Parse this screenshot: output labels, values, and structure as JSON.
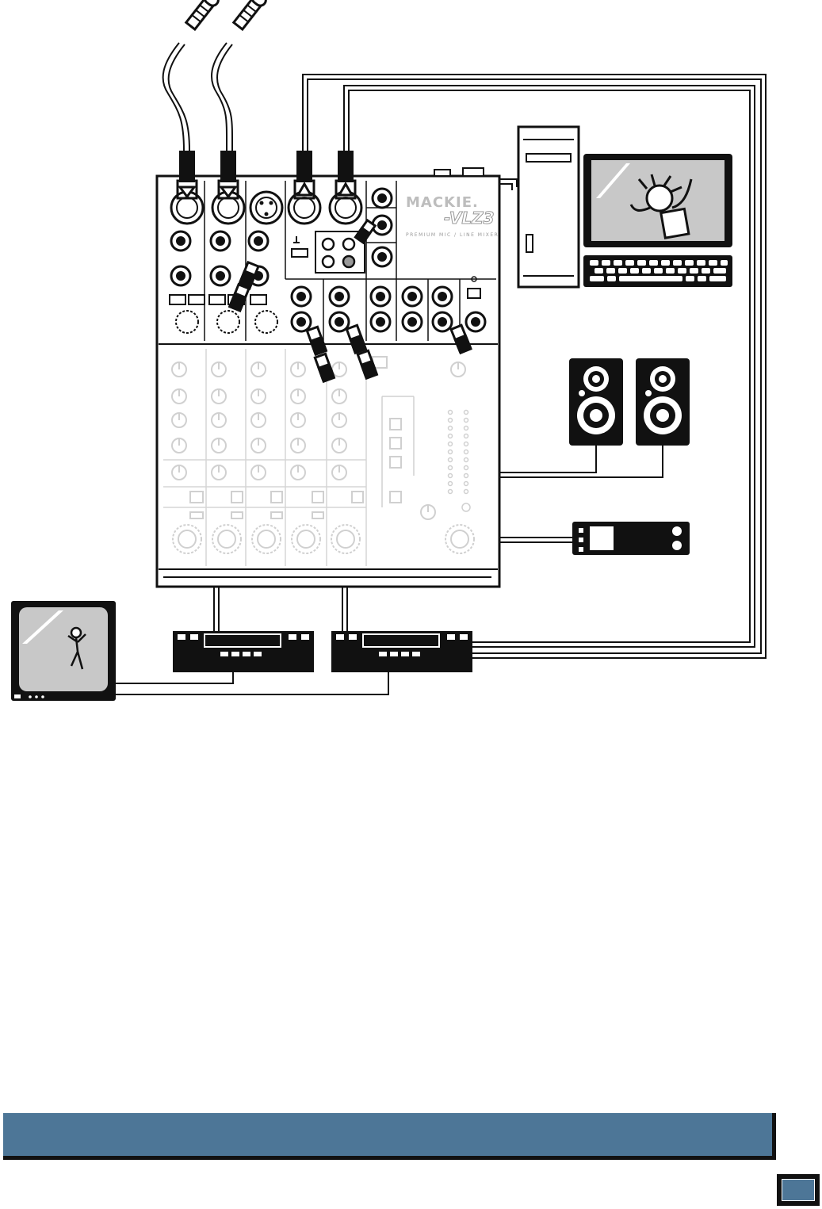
{
  "mixer": {
    "brand": "MACKIE.",
    "model": "-VLZ3",
    "tagline": "PREMIUM MIC / LINE MIXER"
  },
  "colors": {
    "accent": "#4d7697",
    "line": "#111111",
    "panel": "#ffffff",
    "ghost": "#cfcfcf",
    "screen": "#c8c8c8"
  },
  "footer": {
    "title_bar_text": "",
    "page_number": ""
  }
}
